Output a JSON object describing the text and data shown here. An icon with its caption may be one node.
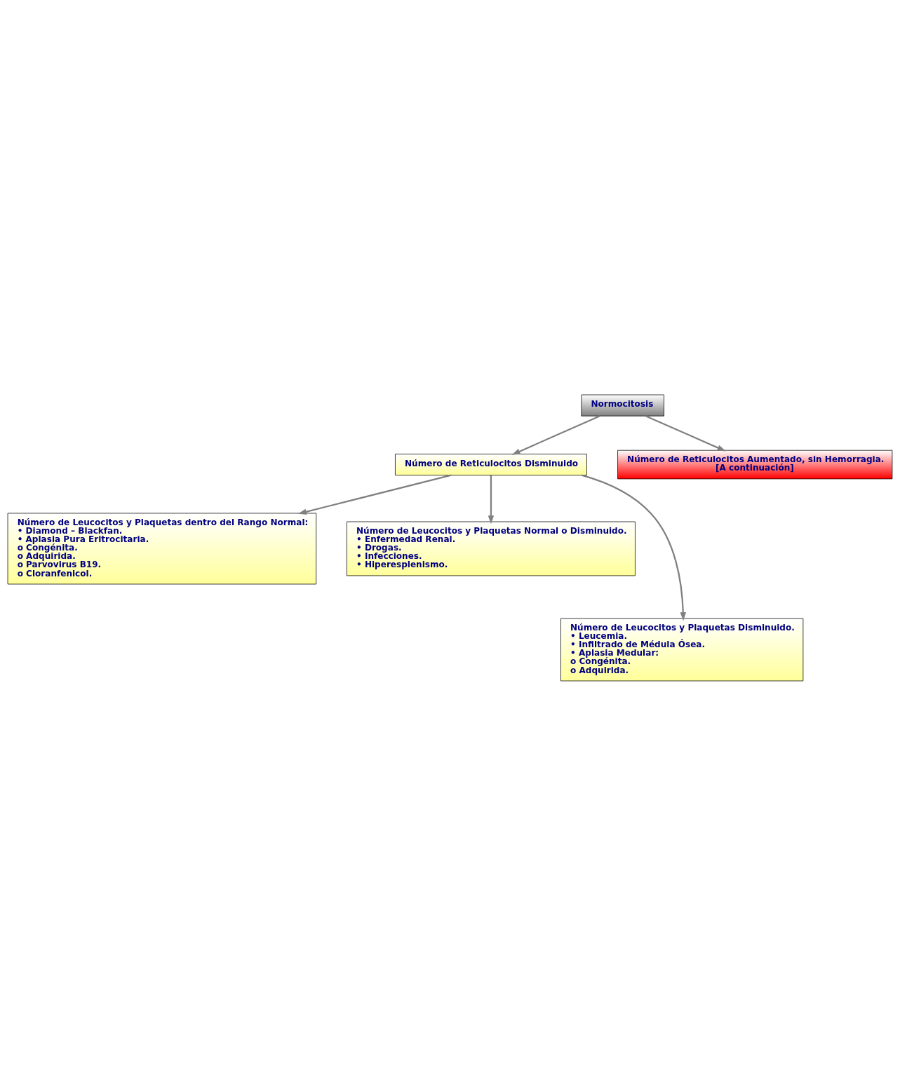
{
  "diagram": {
    "nodes": [
      {
        "text": [
          "Normocitosis"
        ]
      },
      {
        "text": [
          "Número de Reticulocitos Disminuido"
        ]
      },
      {
        "text": [
          "Número de Reticulocitos Aumentado, sin Hemorragia.",
          "[A continuación]"
        ]
      },
      {
        "text": [
          "Número de Leucocitos y Plaquetas dentro del Rango Normal:",
          "• Diamond – Blackfan.",
          "• Aplasia Pura Eritrocitaria.",
          "o Congénita.",
          "o Adquirida.",
          "o Parvovirus B19.",
          "o Cloranfenicol."
        ]
      },
      {
        "text": [
          "Número de Leucocitos y Plaquetas Normal o Disminuido.",
          "• Enfermedad Renal.",
          "• Drogas.",
          "• Infecciones.",
          "• Hiperesplenismo."
        ]
      },
      {
        "text": [
          "Número de Leucocitos y Plaquetas Disminuido.",
          "• Leucemia.",
          "• Infiltrado de Médula Ósea.",
          "• Aplasia Medular:",
          "o Congénita.",
          "o Adquirida."
        ]
      }
    ],
    "edges": [
      {
        "from": 0,
        "to": 1,
        "arrow": "to"
      },
      {
        "from": 0,
        "to": 2,
        "arrow": "to"
      },
      {
        "from": 1,
        "to": 3,
        "arrow": "to"
      },
      {
        "from": 1,
        "to": 4,
        "arrow": "to"
      },
      {
        "from": 1,
        "to": 5,
        "arrow": "to"
      }
    ]
  }
}
